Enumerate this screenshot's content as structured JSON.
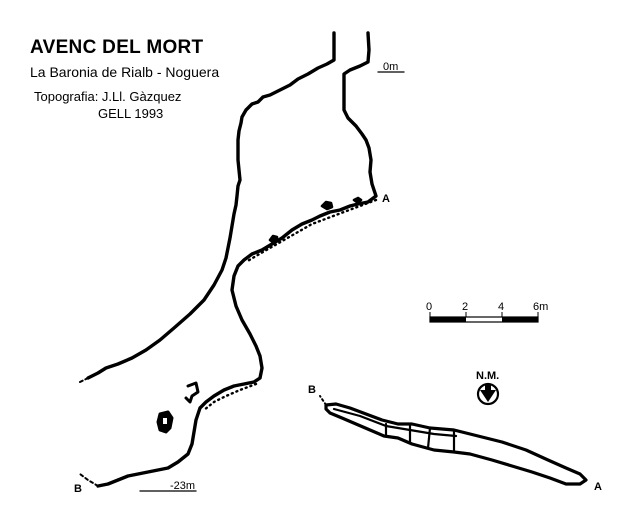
{
  "title": "AVENC DEL MORT",
  "subtitle": "La Baronia de Rialb - Noguera",
  "credits": [
    "Topografia: J.Ll. Gàzquez",
    "GELL  1993"
  ],
  "section": {
    "depth_top": "0m",
    "depth_bottom": "-23m",
    "point_a": "A",
    "point_b": "B"
  },
  "plan": {
    "point_a": "A",
    "point_b": "B"
  },
  "scale": {
    "ticks": [
      "0",
      "2",
      "4",
      "6m"
    ]
  },
  "north": {
    "label": "N.M."
  }
}
